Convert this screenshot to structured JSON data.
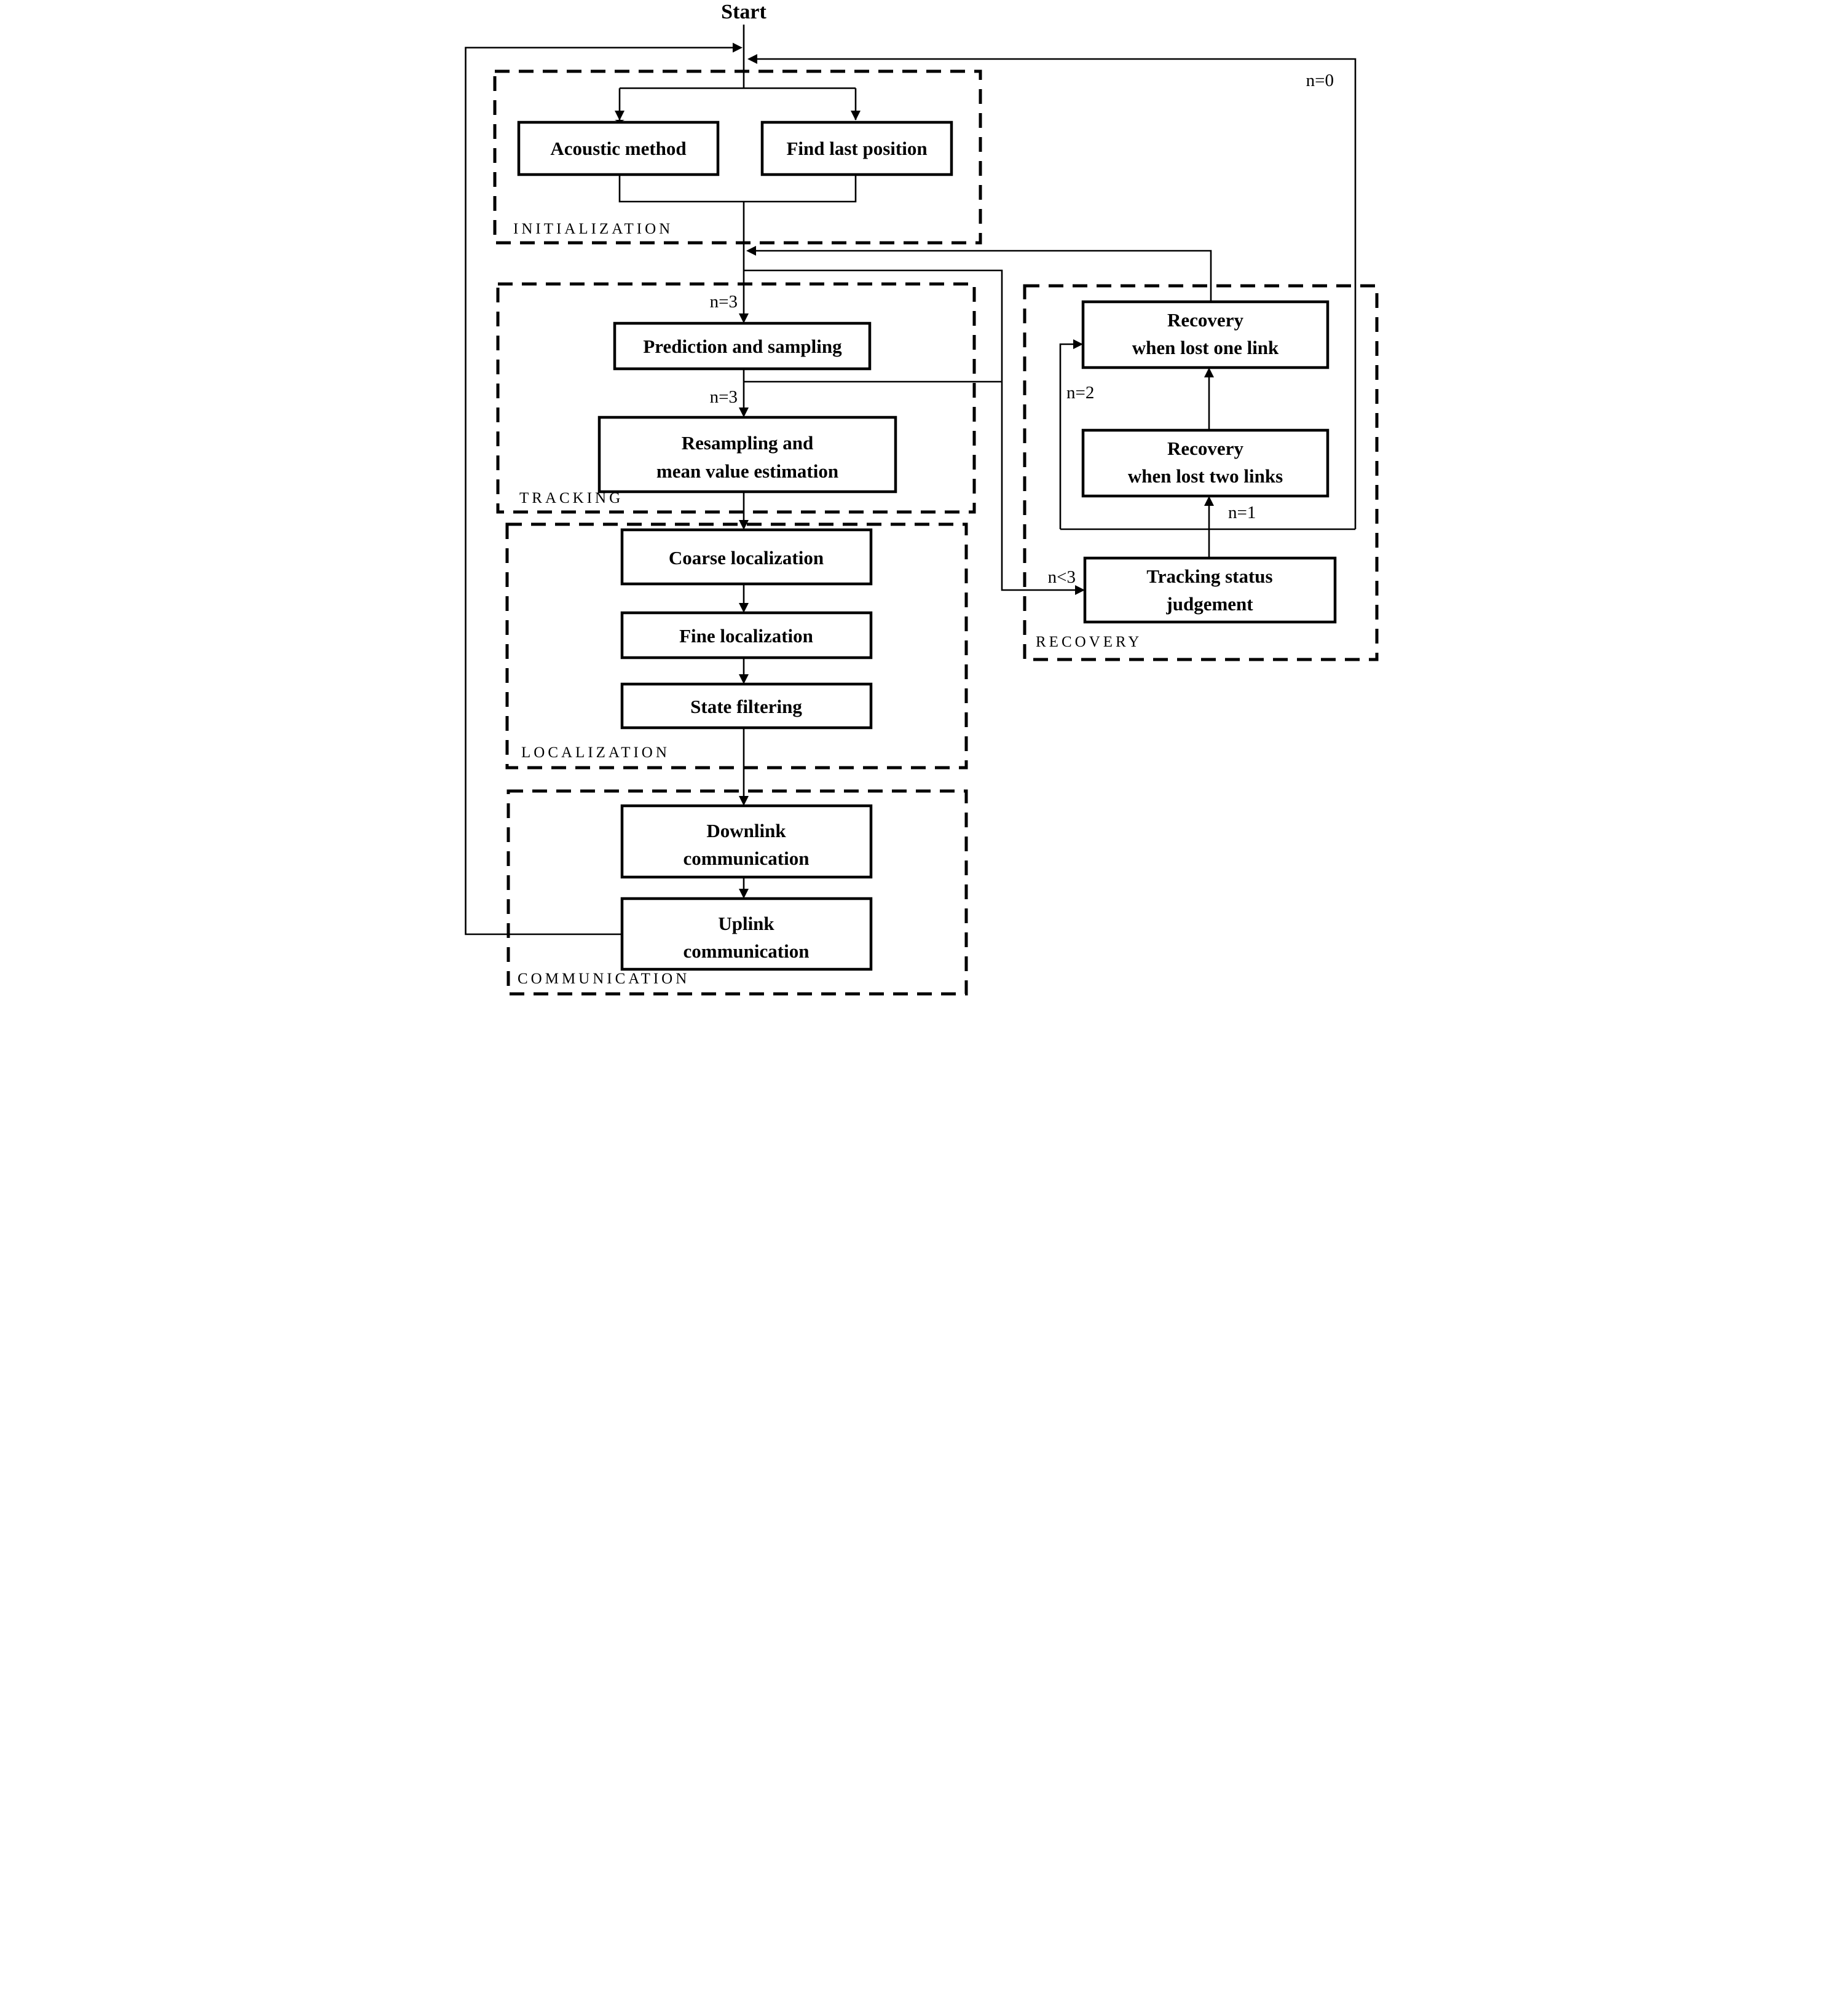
{
  "diagram": {
    "type": "flowchart",
    "start_label": "Start",
    "sections": {
      "initialization": {
        "label": "INITIALIZATION"
      },
      "tracking": {
        "label": "TRACKING"
      },
      "localization": {
        "label": "LOCALIZATION"
      },
      "communication": {
        "label": "COMMUNICATION"
      },
      "recovery": {
        "label": "RECOVERY"
      }
    },
    "nodes": {
      "acoustic_method": {
        "label": "Acoustic method"
      },
      "find_last_position": {
        "label": "Find last position"
      },
      "prediction_sampling": {
        "label": "Prediction and sampling"
      },
      "resampling": {
        "line1": "Resampling and",
        "line2": "mean value estimation"
      },
      "coarse_localization": {
        "label": "Coarse localization"
      },
      "fine_localization": {
        "label": "Fine localization"
      },
      "state_filtering": {
        "label": "State filtering"
      },
      "downlink": {
        "line1": "Downlink",
        "line2": "communication"
      },
      "uplink": {
        "line1": "Uplink",
        "line2": "communication"
      },
      "recovery_one_link": {
        "line1": "Recovery",
        "line2": "when lost one link"
      },
      "recovery_two_links": {
        "line1": "Recovery",
        "line2": "when lost two links"
      },
      "tracking_status_judgement": {
        "line1": "Tracking status",
        "line2": "judgement"
      }
    },
    "edge_labels": {
      "n3_first": "n=3",
      "n3_second": "n=3",
      "n0": "n=0",
      "n1": "n=1",
      "n2": "n=2",
      "n_less_3": "n<3"
    },
    "colors": {
      "line": "#000000",
      "background": "#ffffff"
    }
  }
}
